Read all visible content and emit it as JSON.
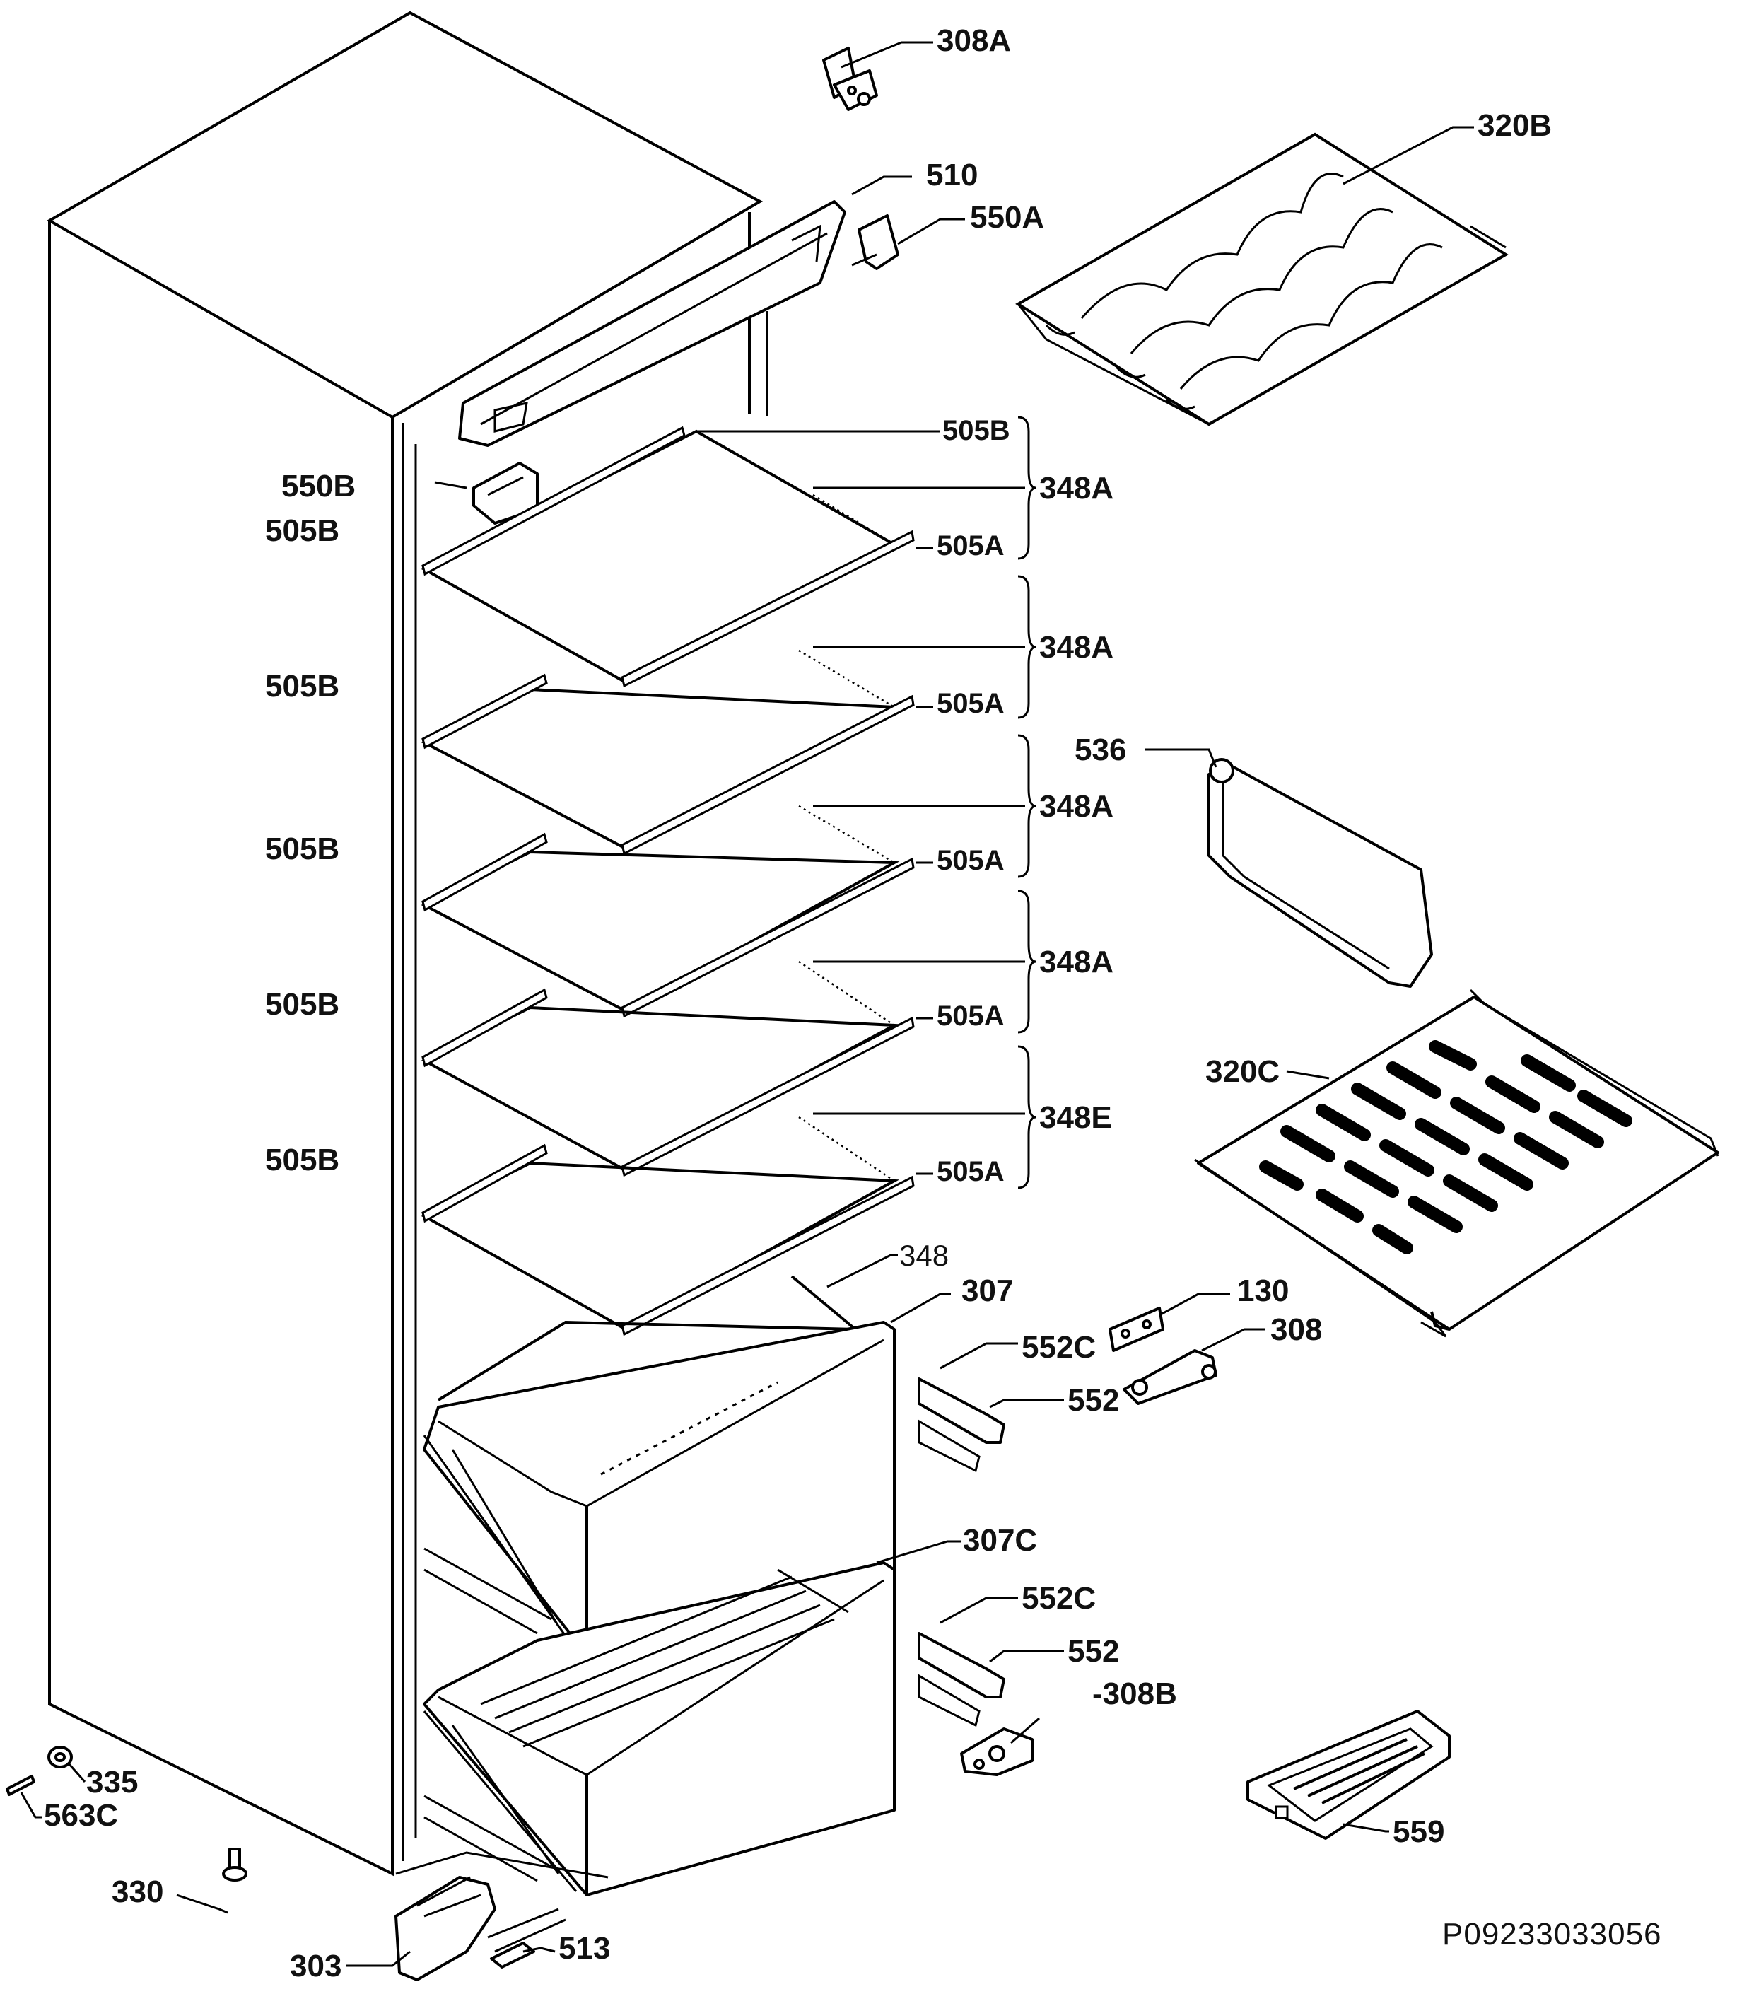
{
  "labels": {
    "l308a": "308A",
    "l510": "510",
    "l550a": "550A",
    "l320b": "320B",
    "l550b": "550B",
    "l505b_top": "505B",
    "l348a_1": "348A",
    "l348a_2": "348A",
    "l348a_3": "348A",
    "l348a_4": "348A",
    "l348e": "348E",
    "l505b_1": "505B",
    "l505b_2": "505B",
    "l505b_3": "505B",
    "l505b_4": "505B",
    "l505b_5": "505B",
    "l505a_1": "505A",
    "l505a_2": "505A",
    "l505a_3": "505A",
    "l505a_4": "505A",
    "l505a_5": "505A",
    "l536": "536",
    "l320c": "320C",
    "l348": "348",
    "l307": "307",
    "l130": "130",
    "l308": "308",
    "l552c_1": "552C",
    "l552_1": "552",
    "l307c": "307C",
    "l552c_2": "552C",
    "l552_2": "552",
    "l308b": "-308B",
    "l335": "335",
    "l563c": "563C",
    "l330": "330",
    "l559": "559",
    "l303": "303",
    "l513": "513"
  },
  "reference_code": "P09233033056"
}
